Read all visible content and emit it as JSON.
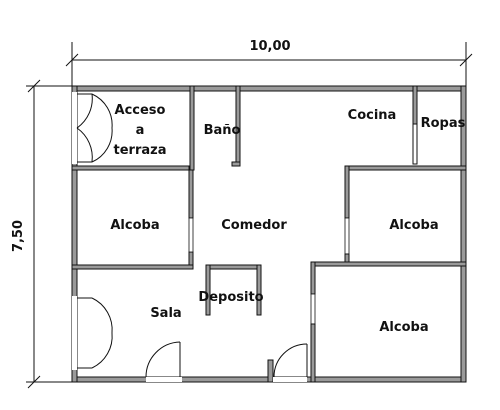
{
  "dimensions": {
    "width_label": "10,00",
    "height_label": "7,50"
  },
  "rooms": {
    "acceso_terraza": [
      "Acceso",
      "a",
      "terraza"
    ],
    "bano": "Baño",
    "cocina": "Cocina",
    "ropas": "Ropas",
    "alcoba_left": "Alcoba",
    "comedor": "Comedor",
    "alcoba_right_top": "Alcoba",
    "deposito": "Deposito",
    "sala": "Sala",
    "alcoba_right_bottom": "Alcoba"
  },
  "colors": {
    "wall_fill": "#9a9a9a",
    "line": "#111111",
    "background": "#ffffff"
  }
}
